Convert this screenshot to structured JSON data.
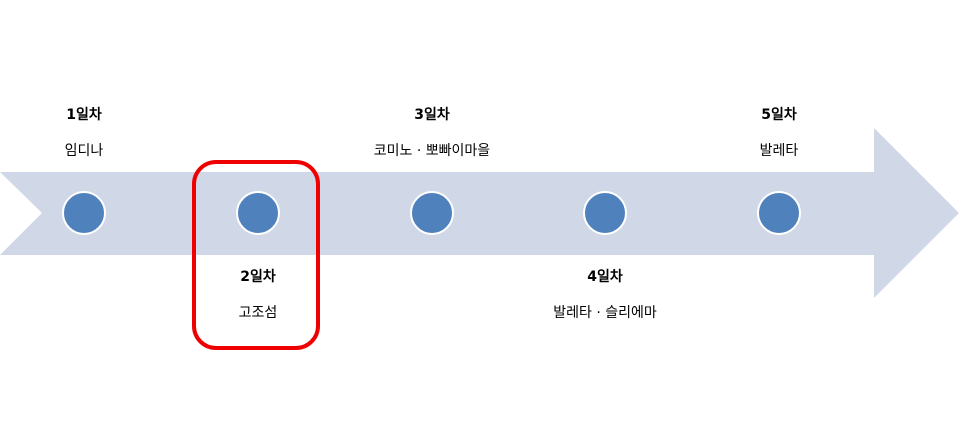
{
  "colors": {
    "arrow_fill": "#d0d8e8",
    "stop_fill": "#4f81bd",
    "highlight_border": "#ee0000"
  },
  "timeline": {
    "stops": [
      {
        "day": "1일차",
        "place": "임디나"
      },
      {
        "day": "2일차",
        "place": "고조섬"
      },
      {
        "day": "3일차",
        "place": "코미노 · 뽀빠이마을"
      },
      {
        "day": "4일차",
        "place": "발레타 · 슬리에마"
      },
      {
        "day": "5일차",
        "place": "발레타"
      }
    ],
    "highlighted_stop": "2일차"
  }
}
